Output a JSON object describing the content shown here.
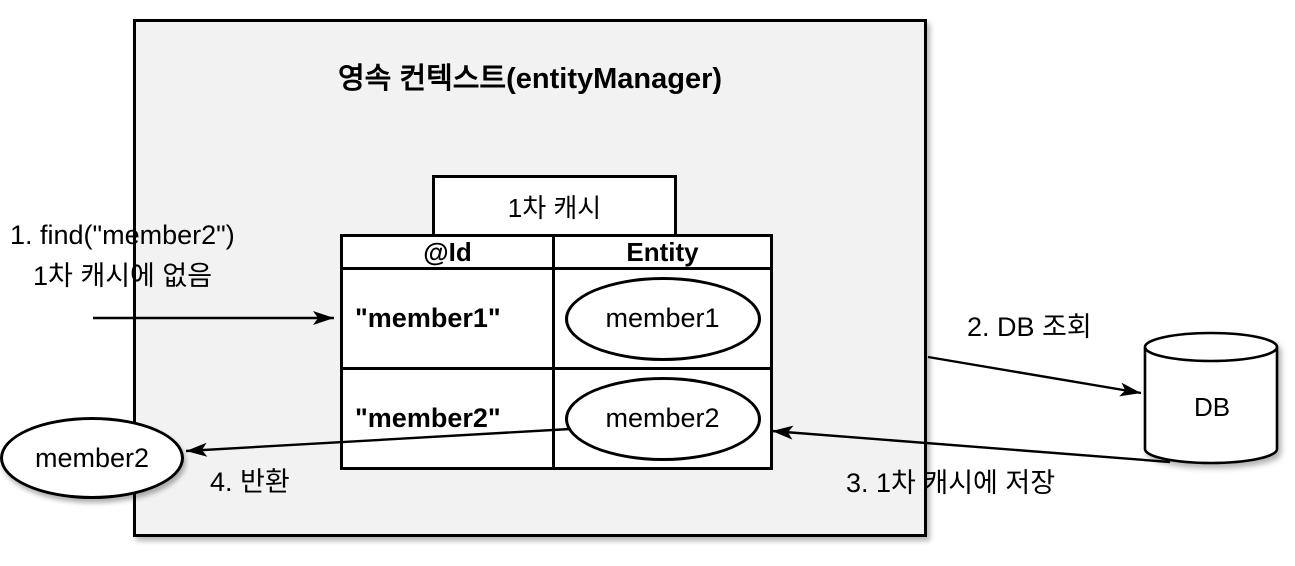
{
  "diagram": {
    "context_title": "영속 컨텍스트(entityManager)",
    "cache_label": "1차 캐시",
    "cache_table": {
      "headers": [
        "@Id",
        "Entity"
      ],
      "rows": [
        {
          "id": "\"member1\"",
          "entity": "member1"
        },
        {
          "id": "\"member2\"",
          "entity": "member2"
        }
      ]
    },
    "steps": {
      "step1_line1": "1. find(\"member2\")",
      "step1_line2": "1차 캐시에 없음",
      "step2": "2. DB 조회",
      "step3": "3. 1차 캐시에 저장",
      "step4": "4. 반환"
    },
    "result_entity": "member2",
    "db_label": "DB"
  },
  "colors": {
    "context_fill": "#f2f2f2",
    "shape_fill": "#ffffff",
    "stroke": "#000000",
    "background": "#ffffff"
  }
}
